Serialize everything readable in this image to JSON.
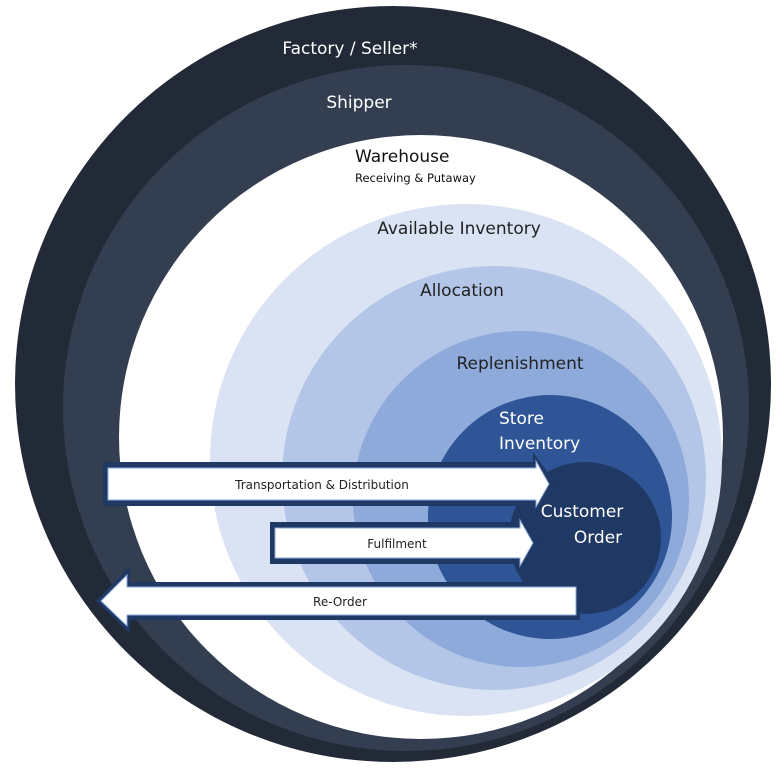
{
  "rings": [
    {
      "label": "Factory / Seller*",
      "color": "#232a37",
      "text_color": "#ffffff"
    },
    {
      "label": "Shipper",
      "color": "#343e51",
      "text_color": "#ffffff"
    },
    {
      "label": "Warehouse",
      "sublabel": "Receiving & Putaway",
      "color": "#ffffff",
      "text_color": "#111111"
    },
    {
      "label": "Available Inventory",
      "color": "#dae3f3",
      "text_color": "#222222"
    },
    {
      "label": "Allocation",
      "color": "#b4c6e7",
      "text_color": "#222222"
    },
    {
      "label": "Replenishment",
      "color": "#8eaadb",
      "text_color": "#222222"
    },
    {
      "label_line1": "Store",
      "label_line2": "Inventory",
      "color": "#2f5597",
      "text_color": "#ffffff"
    },
    {
      "label_line1": "Customer",
      "label_line2": "Order",
      "color": "#1f3864",
      "text_color": "#ffffff"
    }
  ],
  "arrows": [
    {
      "label": "Transportation & Distribution",
      "direction": "right"
    },
    {
      "label": "Fulfilment",
      "direction": "right"
    },
    {
      "label": "Re-Order",
      "direction": "left"
    }
  ]
}
